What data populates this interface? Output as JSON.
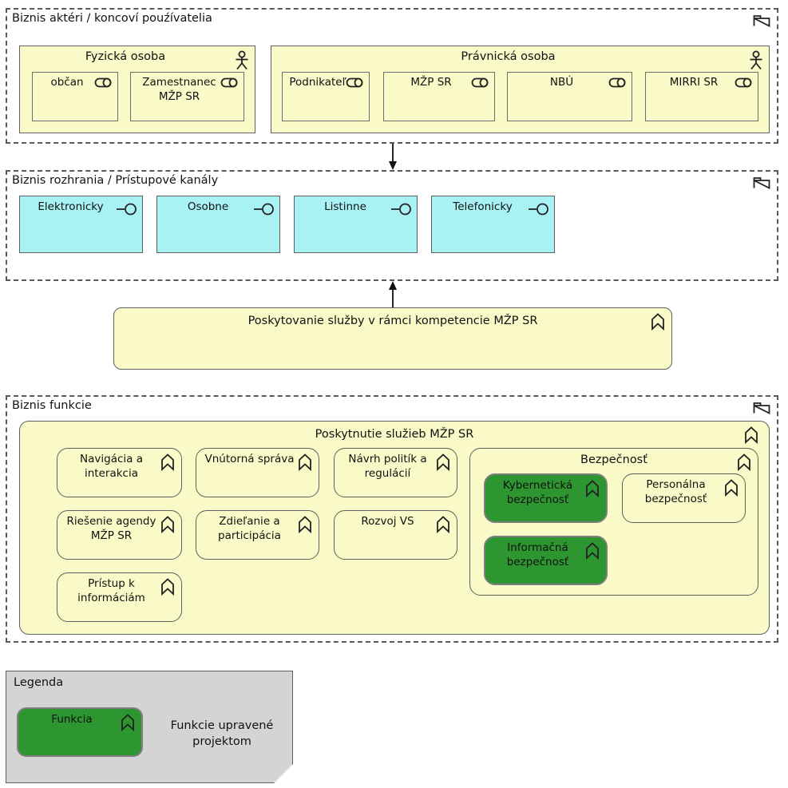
{
  "groups": {
    "actors_title": "Biznis aktéri / koncoví pouźívatelia",
    "interfaces_title": "Biznis rozhrania / Prístupové kanály",
    "functions_title": "Biznis funkcie"
  },
  "actors": {
    "fyzicka_title": "Fyzická osoba",
    "fyzicka_roles": [
      "občan",
      "Zamestnanec MŽP SR"
    ],
    "pravnicka_title": "Právnická osoba",
    "pravnicka_roles": [
      "Podnikateľ",
      "MŽP SR",
      "NBÚ",
      "MIRRI SR"
    ]
  },
  "channels": [
    "Elektronicky",
    "Osobne",
    "Listinne",
    "Telefonicky"
  ],
  "service": {
    "label": "Poskytovanie služby v rámci kompetencie MŽP SR"
  },
  "functions": {
    "container_title": "Poskytnutie služieb MŽP SR",
    "row1": [
      "Navigácia a interakcia",
      "Vnútorná správa",
      "Návrh politík a regulácií"
    ],
    "row2": [
      "Riešenie agendy MŽP SR",
      "Zdieľanie a participácia",
      "Rozvoj VS"
    ],
    "row3": [
      "Prístup k informáciám"
    ],
    "security_title": "Bezpečnosť",
    "security_items": [
      "Kybernetická bezpečnosť",
      "Personálna bezpečnosť",
      "Informačná bezpečnosť"
    ]
  },
  "legend": {
    "title": "Legenda",
    "sample": "Funkcia",
    "description": "Funkcie upravené projektom"
  },
  "colors": {
    "element_yellow": "#FAFAC8",
    "interface_cyan": "#A9F2F4",
    "modified_green": "#2D9630",
    "legend_gray": "#D4D4D4",
    "border_gray": "#5f5f5f"
  }
}
